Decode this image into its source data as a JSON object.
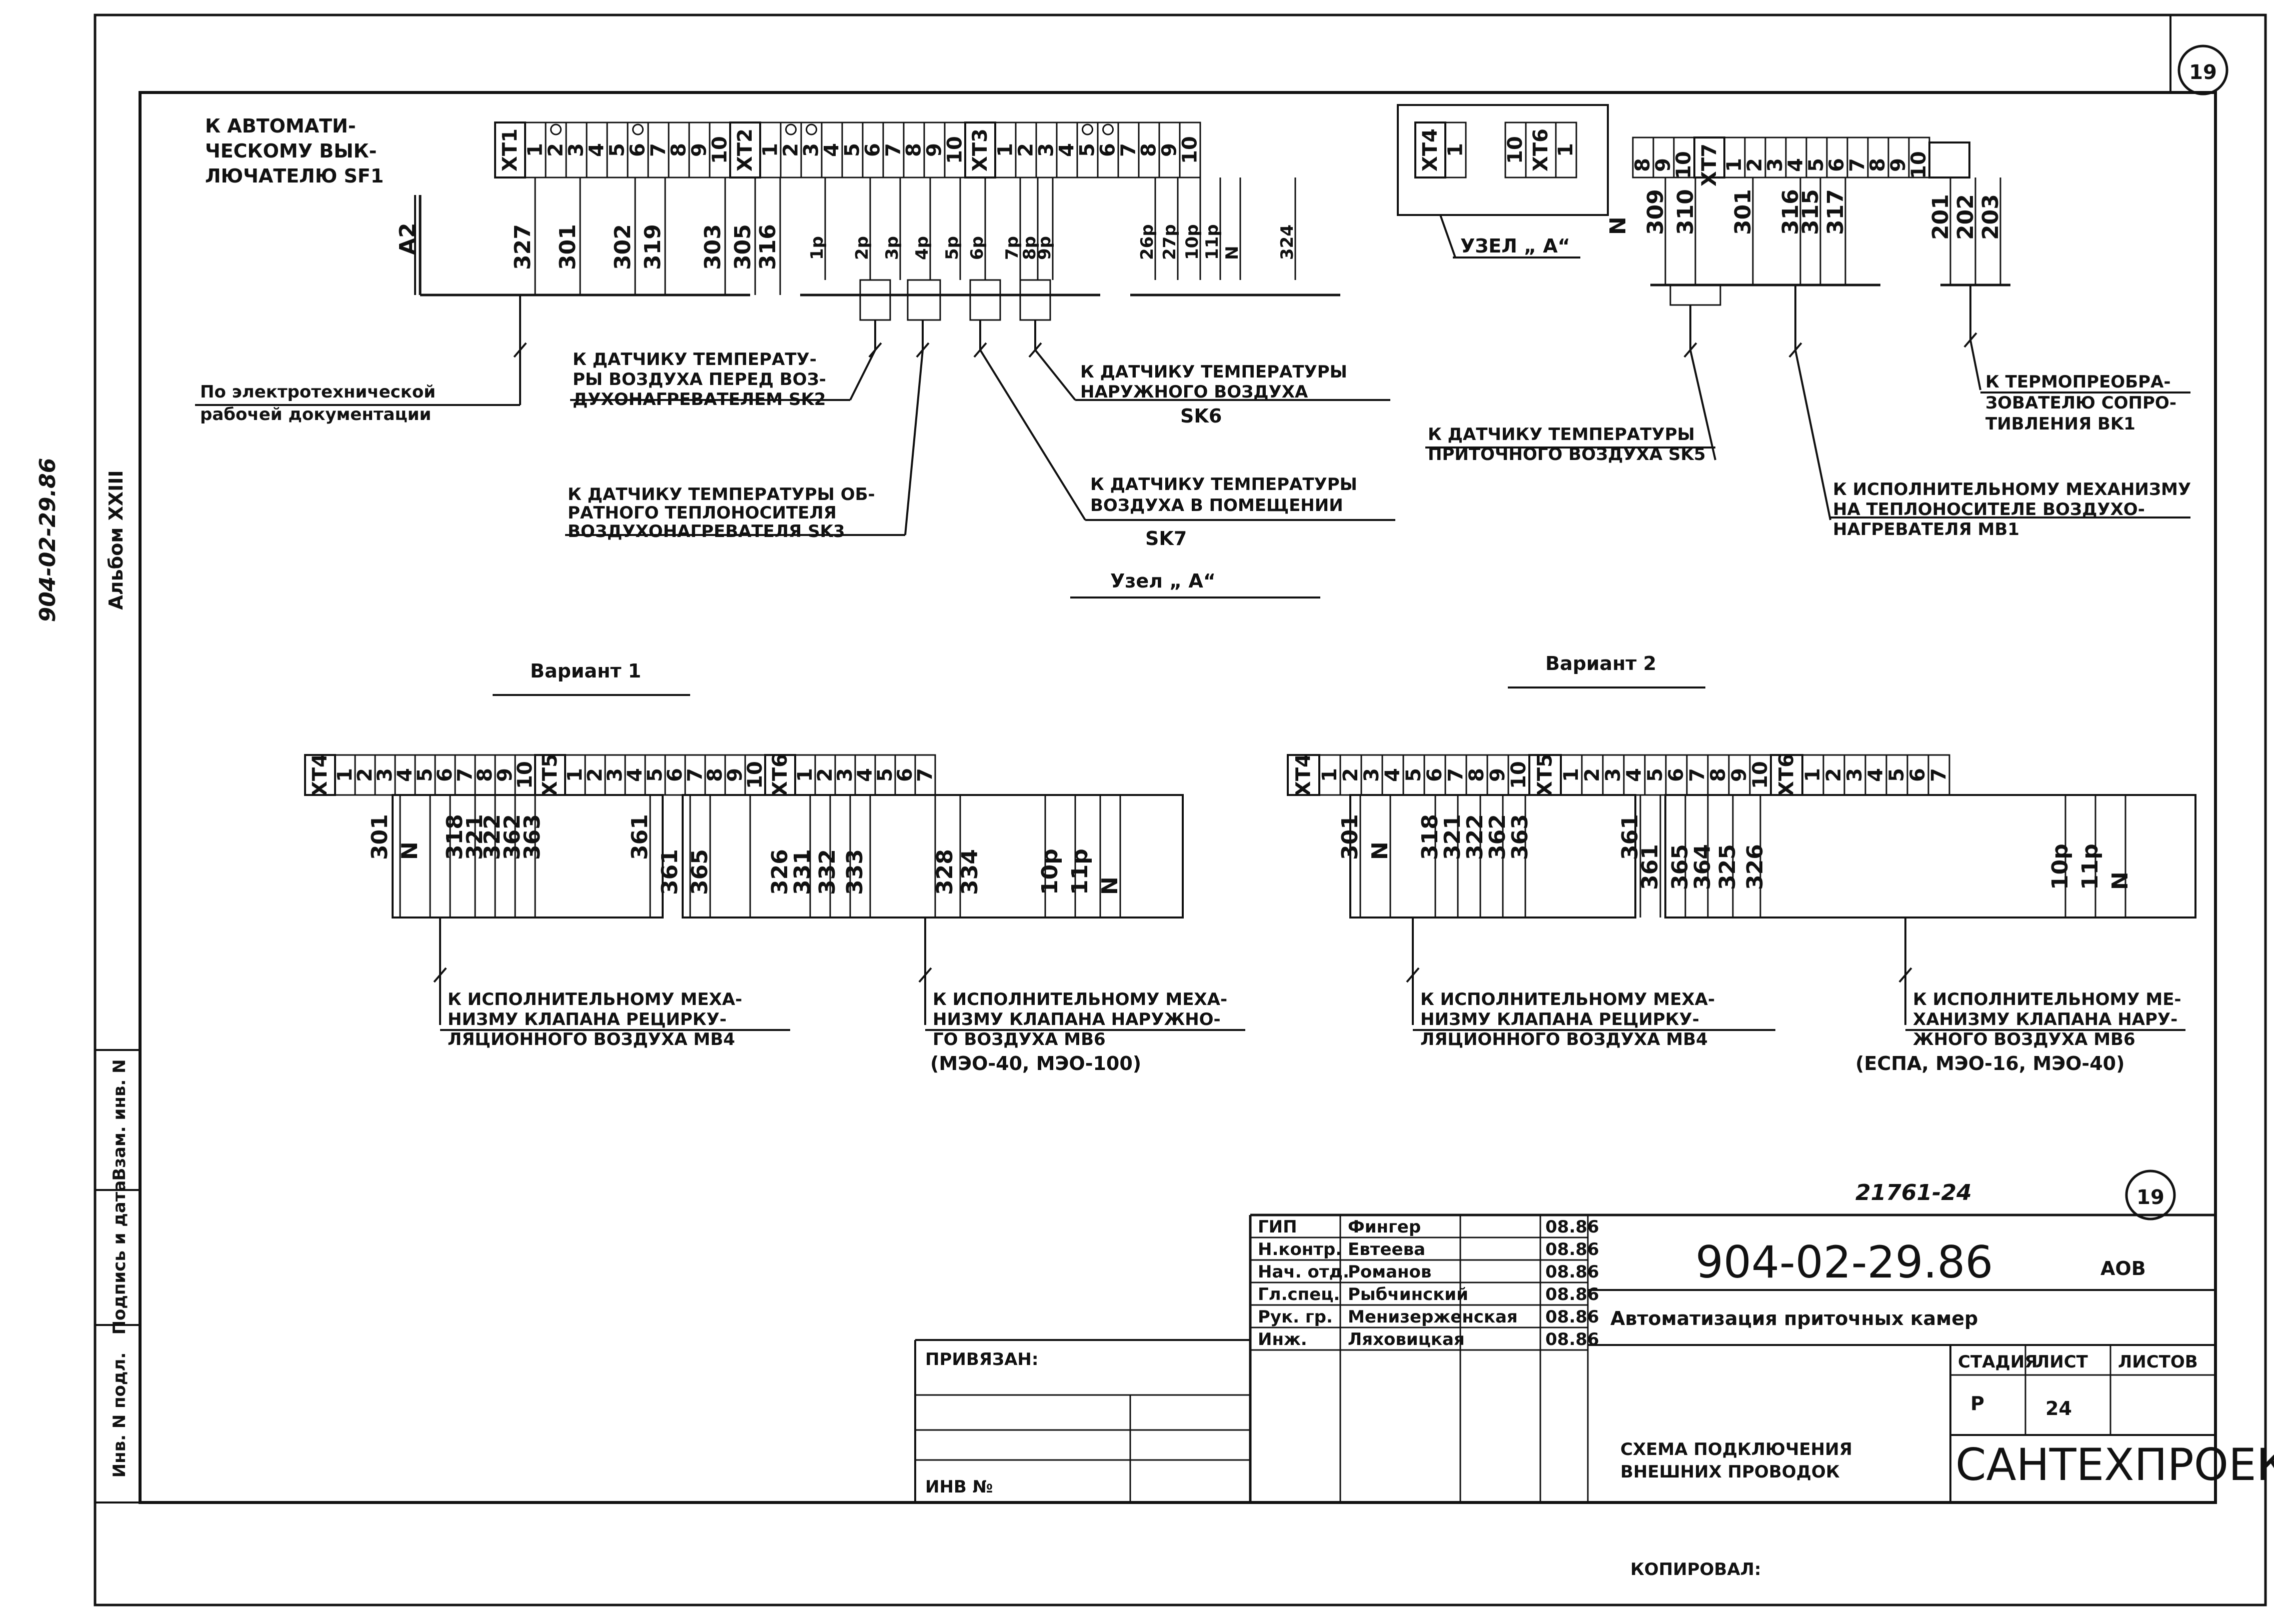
{
  "sheet_corner_number": "19",
  "side_code": "904-02-29.86",
  "side_album": "Альбом XXIII",
  "main_strip": {
    "blocks": [
      {
        "label": "XT1",
        "terms": [
          "1",
          "2",
          "3",
          "4",
          "5",
          "6",
          "7",
          "8",
          "9",
          "10"
        ],
        "circled": [
          2,
          6
        ]
      },
      {
        "label": "XT2",
        "terms": [
          "1",
          "2",
          "3",
          "4",
          "5",
          "6",
          "7",
          "8",
          "9",
          "10"
        ],
        "circled": [
          2,
          3
        ]
      },
      {
        "label": "XT3",
        "terms": [
          "1",
          "2",
          "3",
          "4",
          "5",
          "6",
          "7",
          "8",
          "9",
          "10"
        ],
        "circled": [
          5,
          6
        ]
      },
      {
        "label": "XT4",
        "terms": [
          "1"
        ],
        "circled": []
      },
      {
        "label": "XT6",
        "terms": [
          "10"
        ],
        "circled": [],
        "label_after": true
      },
      {
        "label": "XT7",
        "terms": [
          "8",
          "9",
          "10",
          "1",
          "2",
          "3",
          "4",
          "5",
          "6",
          "7",
          "8",
          "9",
          "10"
        ],
        "circled": [
          4
        ]
      }
    ],
    "wires_group1": [
      "327",
      "301",
      "302",
      "319",
      "303",
      "305",
      "316"
    ],
    "wires_group2": [
      "1р",
      "2р",
      "3р",
      "4р",
      "5р",
      "6р",
      "7р",
      "8р",
      "9р"
    ],
    "wires_group3": [
      "26р",
      "27р",
      "10р",
      "11р",
      "N",
      "324"
    ],
    "wires_group4": [
      "309",
      "310",
      "301",
      "316",
      "315",
      "317"
    ],
    "wires_group5": [
      "201",
      "202",
      "203"
    ],
    "bus_label": "A2",
    "n_label": "N"
  },
  "labels": {
    "to_breaker": [
      "К АВТОМАТИ-",
      "ЧЕСКОМУ ВЫК-",
      "ЛЮЧАТЕЛЮ SF1"
    ],
    "electro_doc": [
      "По электротехнической",
      "рабочей документации"
    ],
    "sk2": [
      "К ДАТЧИКУ  ТЕМПЕРАТУ-",
      "РЫ ВОЗДУХА ПЕРЕД ВОЗ-",
      "ДУХОНАГРЕВАТЕЛЕМ SK2"
    ],
    "sk6": [
      "К ДАТЧИКУ ТЕМПЕРАТУРЫ",
      "НАРУЖНОГО  ВОЗДУХА",
      "SK6"
    ],
    "sk3": [
      "К ДАТЧИКУ ТЕМПЕРАТУРЫ ОБ-",
      "РАТНОГО  ТЕПЛОНОСИТЕЛЯ",
      "ВОЗДУХОНАГРЕВАТЕЛЯ  SK3"
    ],
    "sk7": [
      "К ДАТЧИКУ  ТЕМПЕРАТУРЫ",
      "ВОЗДУХА  В ПОМЕЩЕНИИ",
      "SK7"
    ],
    "sk5": [
      "К ДАТЧИКУ  ТЕМПЕРАТУРЫ",
      "ПРИТОЧНОГО ВОЗДУХА   SK5"
    ],
    "mb1": [
      "К ИСПОЛНИТЕЛЬНОМУ МЕХАНИЗМУ",
      "НА  ТЕПЛОНОСИТЕЛЕ ВОЗДУХО-",
      "НАГРЕВАТЕЛЯ    MB1"
    ],
    "bk1": [
      "К ТЕРМОПРЕОБРА-",
      "ЗОВАТЕЛЮ СОПРО-",
      "ТИВЛЕНИЯ BK1"
    ],
    "node_a": "УЗЕЛ „ А“",
    "node_a_title": "Узел „ А“",
    "variant1": "Вариант  1",
    "variant2": "Вариант  2"
  },
  "variant1": {
    "blocks": [
      {
        "label": "XT4",
        "terms": [
          "1",
          "2",
          "3",
          "4",
          "5",
          "6",
          "7",
          "8",
          "9",
          "10"
        ]
      },
      {
        "label": "XT5",
        "terms": [
          "1",
          "2",
          "3",
          "4",
          "5",
          "6",
          "7",
          "8",
          "9",
          "10"
        ]
      },
      {
        "label": "XT6",
        "terms": [
          "1",
          "2",
          "3",
          "4",
          "5",
          "6",
          "7"
        ]
      }
    ],
    "wires_a": [
      "301",
      "N",
      "318",
      "321",
      "322",
      "362",
      "363",
      "361"
    ],
    "wires_b": [
      "361",
      "365",
      "326",
      "331",
      "332",
      "333",
      "328",
      "334",
      "10р",
      "11р",
      "N"
    ],
    "mb4": [
      "К ИСПОЛНИТЕЛЬНОМУ МЕХА-",
      "НИЗМУ КЛАПАНА  РЕЦИРКУ-",
      "ЛЯЦИОННОГО ВОЗДУХА MB4"
    ],
    "mb6": [
      "К ИСПОЛНИТЕЛЬНОМУ МЕХА-",
      "НИЗМУ КЛАПАНА НАРУЖНО-",
      "ГО  ВОЗДУХА  MB6",
      "(МЭО-40,  МЭО-100)"
    ]
  },
  "variant2": {
    "blocks": [
      {
        "label": "XT4",
        "terms": [
          "1",
          "2",
          "3",
          "4",
          "5",
          "6",
          "7",
          "8",
          "9",
          "10"
        ]
      },
      {
        "label": "XT5",
        "terms": [
          "1",
          "2",
          "3",
          "4",
          "5",
          "6",
          "7",
          "8",
          "9",
          "10"
        ]
      },
      {
        "label": "XT6",
        "terms": [
          "1",
          "2",
          "3",
          "4",
          "5",
          "6",
          "7"
        ]
      }
    ],
    "wires_a": [
      "301",
      "N",
      "318",
      "321",
      "322",
      "362",
      "363",
      "361"
    ],
    "wires_b": [
      "361",
      "365",
      "364",
      "325",
      "326",
      "10р",
      "11р",
      "N"
    ],
    "mb4": [
      "К ИСПОЛНИТЕЛЬНОМУ МЕХА-",
      "НИЗМУ КЛАПАНА   РЕЦИРКУ-",
      "ЛЯЦИОННОГО  ВОЗДУХА MB4"
    ],
    "mb6": [
      "К ИСПОЛНИТЕЛЬНОМУ МЕ-",
      "ХАНИЗМУ КЛАПАНА  НАРУ-",
      "ЖНОГО ВОЗДУХА   MB6",
      "(ЕСПА,  МЭО-16,  МЭО-40)"
    ]
  },
  "title_block": {
    "doc_number": "904-02-29.86",
    "section": "АОВ",
    "project_title": "Автоматизация  приточных  камер",
    "sheet_title": [
      "СХЕМА  ПОДКЛЮЧЕНИЯ",
      "ВНЕШНИХ    ПРОВОДОК"
    ],
    "org": "САНТЕХПРОЕКТ",
    "stage_hdr": "СТАДИЯ",
    "sheet_hdr": "ЛИСТ",
    "sheets_hdr": "ЛИСТОВ",
    "stage": "Р",
    "sheet_no": "24",
    "privyazan": "ПРИВЯЗАН:",
    "inv_no": "ИНВ №",
    "copied": "КОПИРОВАЛ:",
    "stamp_code": "21761-24",
    "stamp_circle": "19",
    "people": [
      {
        "role": "ГИП",
        "name": "Фингер",
        "date": "08.86"
      },
      {
        "role": "Н.контр.",
        "name": "Евтеева",
        "date": "08.86"
      },
      {
        "role": "Нач. отд.",
        "name": "Романов",
        "date": "08.86"
      },
      {
        "role": "Гл.спец.",
        "name": "Рыбчинский",
        "date": "08.86"
      },
      {
        "role": "Рук. гр.",
        "name": "Менизерженская",
        "date": "08.86"
      },
      {
        "role": "Инж.",
        "name": "Ляховицкая",
        "date": "08.86"
      }
    ],
    "left_stamp": [
      "Взам. инв. N",
      "Подпись и дата",
      "Инв. N подл."
    ]
  }
}
